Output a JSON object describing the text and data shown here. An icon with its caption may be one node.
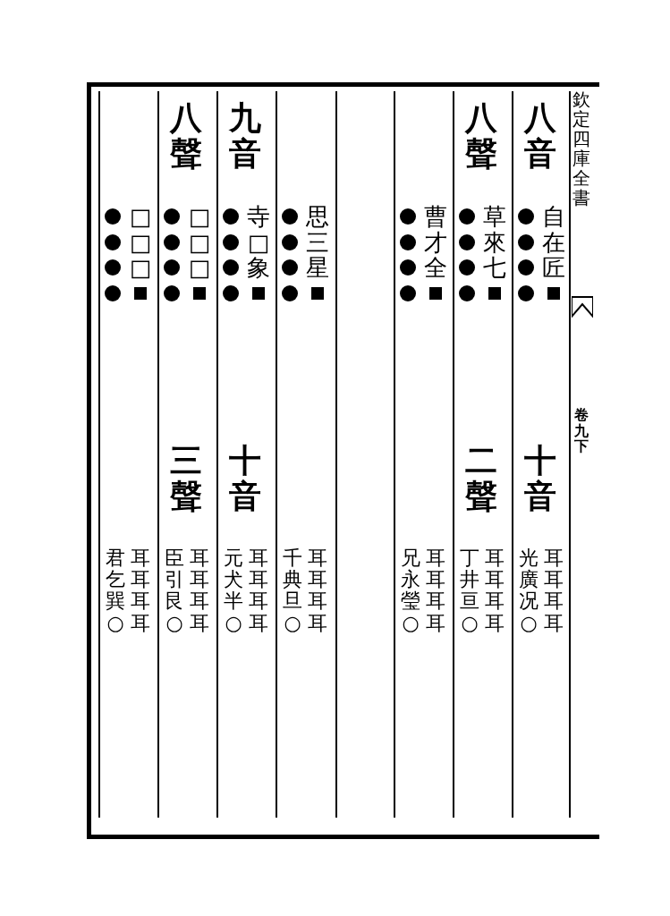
{
  "diagram": {
    "title": "欽定四庫全書",
    "labels": [
      "卷九下",
      "八音",
      "自在匠",
      "十音",
      "耳耳耳耳",
      "光廣况○",
      "八聲",
      "草來七",
      "二聲",
      "耳耳耳耳",
      "丁井亘○",
      "曹才全",
      "耳耳耳耳",
      "兄永瑩○",
      "思三星",
      "耳耳耳耳",
      "千典旦○",
      "九音",
      "寺□象",
      "十音",
      "耳耳耳耳",
      "元犬半○",
      "八聲",
      "□□□",
      "三聲",
      "耳耳耳耳",
      "臣引艮○",
      "□□□",
      "耳耳耳耳",
      "君乞巽○"
    ]
  }
}
